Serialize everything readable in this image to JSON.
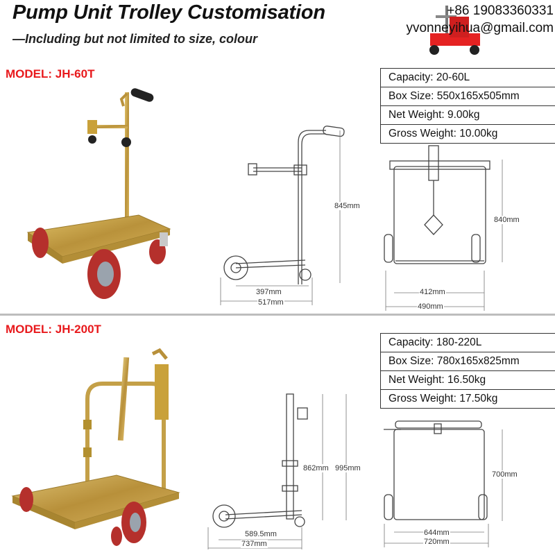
{
  "header": {
    "title": "Pump Unit Trolley Customisation",
    "subtitle": "—Including but not limited to size, colour",
    "phone": "+86 19083360331",
    "email": "yvonneyihua@gmail.com"
  },
  "models": [
    {
      "name": "MODEL: JH-60T",
      "specs": [
        "Capacity: 20-60L",
        "Box Size: 550x165x505mm",
        "Net Weight: 9.00kg",
        "Gross Weight: 10.00kg"
      ],
      "side_dims": {
        "height": "845mm",
        "base": "397mm",
        "length": "517mm"
      },
      "front_dims": {
        "height": "840mm",
        "inner": "412mm",
        "width": "490mm"
      }
    },
    {
      "name": "MODEL: JH-200T",
      "specs": [
        "Capacity: 180-220L",
        "Box Size: 780x165x825mm",
        "Net Weight: 16.50kg",
        "Gross Weight: 17.50kg"
      ],
      "side_dims": {
        "height_inner": "862mm",
        "height": "995mm",
        "base": "589.5mm",
        "length": "737mm"
      },
      "front_dims": {
        "height": "700mm",
        "inner": "644mm",
        "width": "720mm"
      }
    }
  ],
  "colors": {
    "model_label": "#e8191c",
    "frame": "#c9a13a",
    "wheel": "#b5302c"
  }
}
